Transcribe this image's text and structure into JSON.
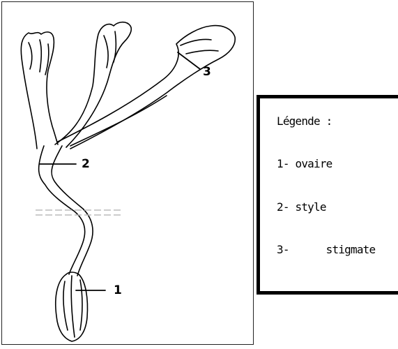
{
  "labels": {
    "ovary_number": "1",
    "style_number": "2",
    "stigma_number": "3"
  },
  "legend": {
    "title": "Légende :",
    "items": [
      {
        "text": "1- ovaire"
      },
      {
        "text": "2- style"
      },
      {
        "text": "3-      stigmate"
      }
    ]
  },
  "colors": {
    "line": "#000000",
    "fill": "#ffffff",
    "dashes": "#bbbbbb"
  }
}
